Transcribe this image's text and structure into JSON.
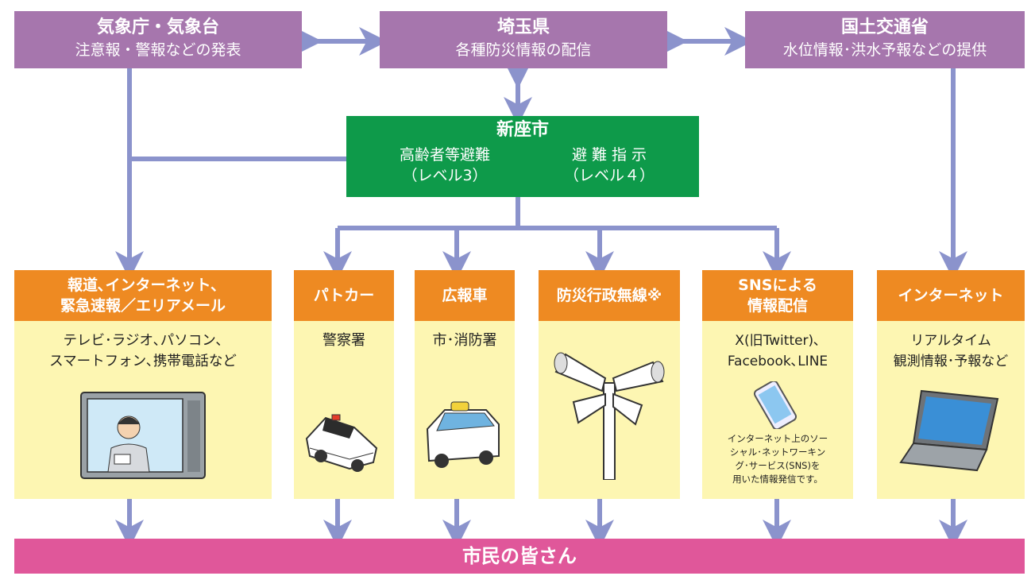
{
  "top": {
    "jma": {
      "title": "気象庁・気象台",
      "sub": "注意報・警報などの発表"
    },
    "saitama": {
      "title": "埼玉県",
      "sub": "各種防災情報の配信"
    },
    "mlit": {
      "title": "国土交通省",
      "sub": "水位情報･洪水予報などの提供"
    }
  },
  "city": {
    "title": "新座市",
    "left_line1": "高齢者等避難",
    "left_line2": "（レベル3）",
    "right_line1": "避 難 指 示",
    "right_line2": "（レベル４）"
  },
  "columns": [
    {
      "head": "報道､インターネット､\n緊急速報／エリアメール",
      "body": "テレビ･ラジオ､パソコン､\nスマートフォン､携帯電話など",
      "icon": "tv-icon"
    },
    {
      "head": "パトカー",
      "body": "警察署",
      "icon": "police-car-icon"
    },
    {
      "head": "広報車",
      "body": "市･消防署",
      "icon": "pr-van-icon"
    },
    {
      "head": "防災行政無線※",
      "body": "",
      "icon": "loudspeaker-icon"
    },
    {
      "head": "SNSによる\n情報配信",
      "body": "X(旧Twitter)､\nFacebook､LINE",
      "note": "インターネット上のソー\nシャル･ネットワーキン\nグ･サービス(SNS)を\n用いた情報発信です。",
      "icon": "smartphone-icon"
    },
    {
      "head": "インターネット",
      "body": "リアルタイム\n観測情報･予報など",
      "icon": "laptop-icon"
    }
  ],
  "bottom": "市民の皆さん",
  "colors": {
    "purple": "#a676ad",
    "green": "#0e9a4a",
    "orange": "#ee8a22",
    "cream": "#fdf6b2",
    "pink": "#e0579a",
    "arrow": "#8b93cc"
  }
}
